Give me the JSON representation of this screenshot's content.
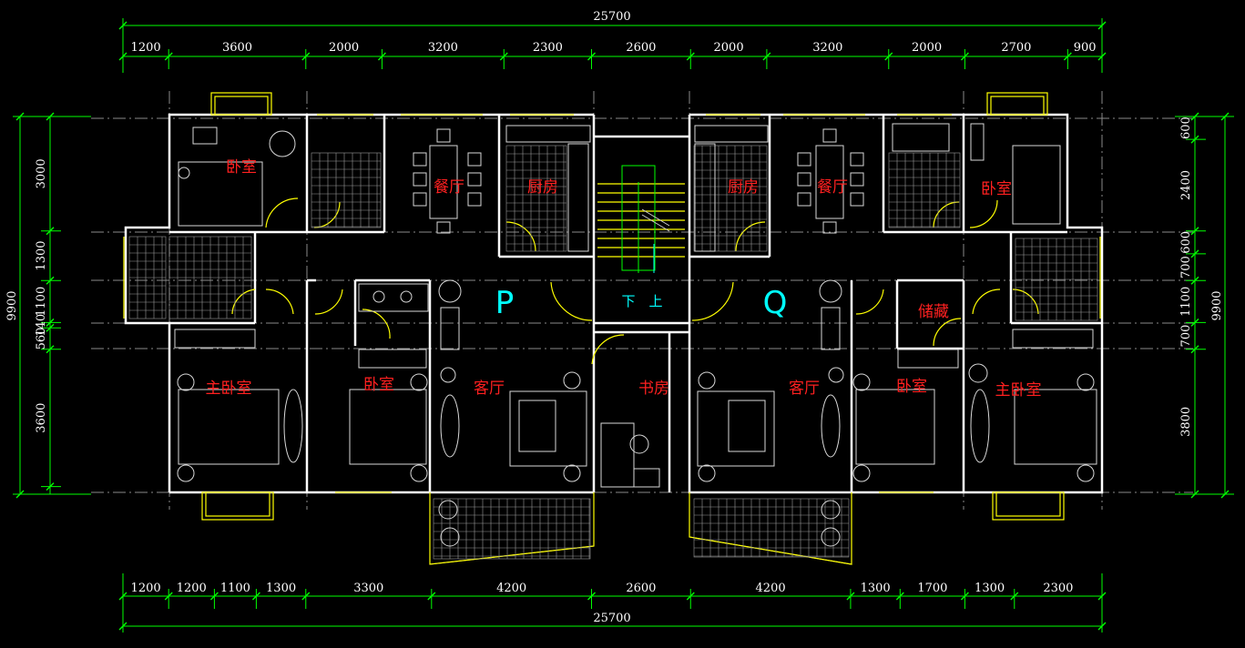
{
  "dimensions": {
    "top_total": "25700",
    "top_segments": [
      "1200",
      "3600",
      "2000",
      "3200",
      "2300",
      "2600",
      "2000",
      "3200",
      "2000",
      "2700",
      "900"
    ],
    "bottom_segments": [
      "1200",
      "1200",
      "1100",
      "1300",
      "3300",
      "4200",
      "2600",
      "4200",
      "1300",
      "1700",
      "1300",
      "2300"
    ],
    "bottom_total": "25700",
    "left_total": "9900",
    "left_segments": [
      "3000",
      "1300",
      "1100",
      "140",
      "560",
      "3600"
    ],
    "right_total": "9900",
    "right_segments": [
      "600",
      "2400",
      "600",
      "700",
      "1100",
      "700",
      "3800"
    ]
  },
  "units": {
    "left": "P",
    "right": "Q"
  },
  "stair": {
    "down": "下",
    "up": "上"
  },
  "rooms": {
    "p_bedroom_top": "卧室",
    "p_dining": "餐厅",
    "p_kitchen": "厨房",
    "p_master": "主卧室",
    "p_bedroom_mid": "卧室",
    "p_living": "客厅",
    "study": "书房",
    "q_kitchen": "厨房",
    "q_dining": "餐厅",
    "q_bedroom_top": "卧室",
    "q_storage": "储藏",
    "q_living": "客厅",
    "q_bedroom_mid": "卧室",
    "q_master": "主卧室"
  }
}
